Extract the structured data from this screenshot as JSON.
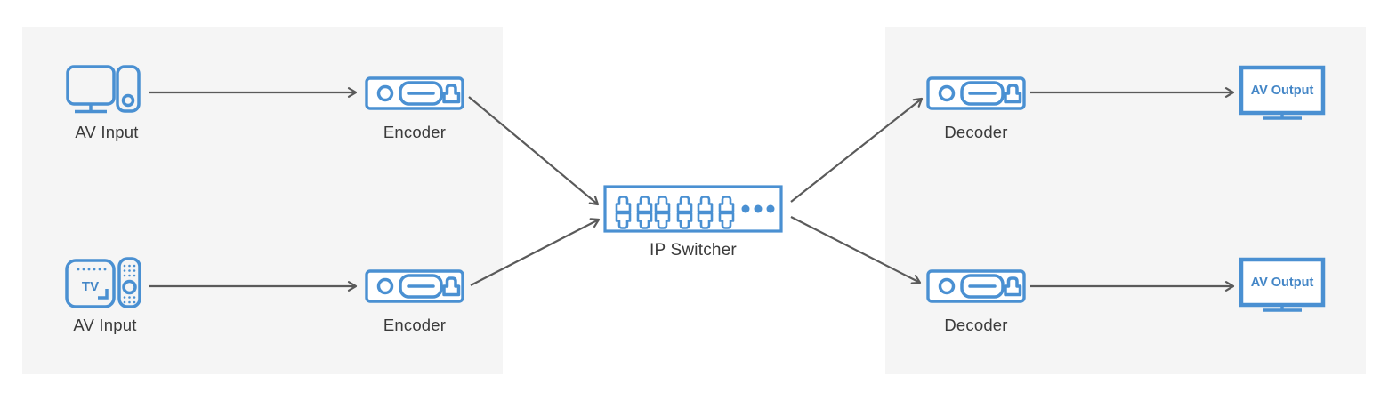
{
  "colors": {
    "accent": "#4a90d2",
    "accent_text": "#4285c6",
    "arrow": "#5a5a5a",
    "panel_bg": "#f5f5f5",
    "label_text": "#3a3a3a"
  },
  "nodes": {
    "av_input_1": {
      "label": "AV Input",
      "icon": "desktop-computer-icon"
    },
    "av_input_2": {
      "label": "AV Input",
      "icon": "tv-box-with-remote-icon",
      "screen_text": "TV"
    },
    "encoder_1": {
      "label": "Encoder",
      "icon": "encoder-device-icon"
    },
    "encoder_2": {
      "label": "Encoder",
      "icon": "encoder-device-icon"
    },
    "ip_switcher": {
      "label": "IP Switcher",
      "icon": "network-switch-ports-icon"
    },
    "decoder_1": {
      "label": "Decoder",
      "icon": "decoder-device-icon"
    },
    "decoder_2": {
      "label": "Decoder",
      "icon": "decoder-device-icon"
    },
    "av_output_1": {
      "label": "AV Output",
      "icon": "display-monitor-icon"
    },
    "av_output_2": {
      "label": "AV Output",
      "icon": "display-monitor-icon"
    }
  },
  "connections": [
    {
      "from": "av_input_1",
      "to": "encoder_1"
    },
    {
      "from": "av_input_2",
      "to": "encoder_2"
    },
    {
      "from": "encoder_1",
      "to": "ip_switcher"
    },
    {
      "from": "encoder_2",
      "to": "ip_switcher"
    },
    {
      "from": "ip_switcher",
      "to": "decoder_1"
    },
    {
      "from": "ip_switcher",
      "to": "decoder_2"
    },
    {
      "from": "decoder_1",
      "to": "av_output_1"
    },
    {
      "from": "decoder_2",
      "to": "av_output_2"
    }
  ]
}
